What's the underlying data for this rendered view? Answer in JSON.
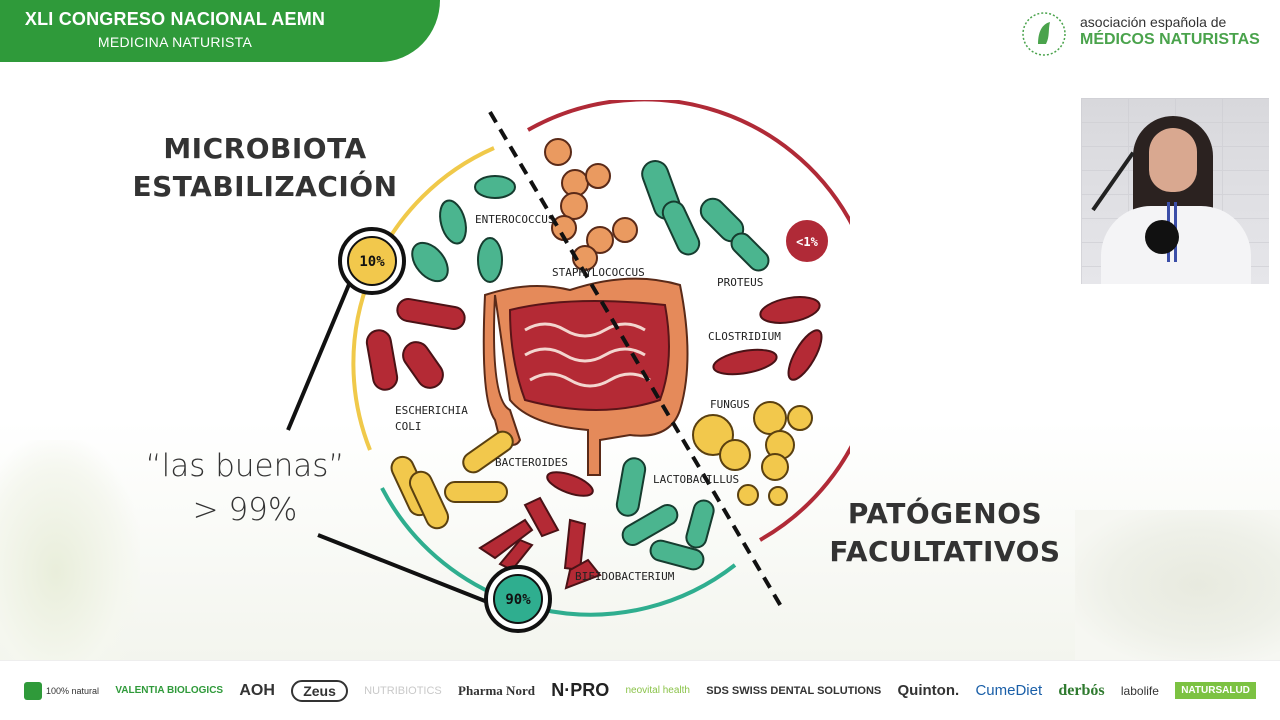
{
  "header": {
    "event_title": "XLI CONGRESO NACIONAL AEMN",
    "event_subtitle": "MEDICINA NATURISTA",
    "association_line1": "asociación española de",
    "association_line2": "MÉDICOS NATURISTAS"
  },
  "slide": {
    "title_left_1": "MICROBIOTA",
    "title_left_2": "ESTABILIZACIÓN",
    "title_right_1": "PATÓGENOS",
    "title_right_2": "FACULTATIVOS",
    "good_line1": "“las buenas”",
    "good_line2": "> 99%",
    "badge_10": "10%",
    "badge_90": "90%",
    "badge_lt1": "<1%",
    "labels": {
      "enterococcus": "ENTEROCOCCUS",
      "staphylococcus": "STAPHYLOCOCCUS",
      "proteus": "PROTEUS",
      "clostridium": "CLOSTRIDIUM",
      "fungus": "FUNGUS",
      "escherichia_1": "ESCHERICHIA",
      "escherichia_2": "COLI",
      "bacteroides": "BACTEROIDES",
      "lactobacillus": "LACTOBACILLUS",
      "bifidobacterium": "BIFIDOBACTERIUM"
    },
    "colors": {
      "green_arc": "#2fae8f",
      "yellow_arc": "#f0c94a",
      "red_arc": "#b02a37",
      "intestine_outer": "#e58a5a",
      "intestine_inner": "#b42a35"
    }
  },
  "sponsors": [
    {
      "label": "100% natural",
      "icon": "leaf-icon"
    },
    {
      "label": "VALENTIA BIOLOGICS"
    },
    {
      "label": "AOH"
    },
    {
      "label": "Zeus"
    },
    {
      "label": "NUTRIBIOTICS"
    },
    {
      "label": "Pharma Nord"
    },
    {
      "label": "N·PRO"
    },
    {
      "label": "neovital health"
    },
    {
      "label": "SDS SWISS DENTAL SOLUTIONS"
    },
    {
      "label": "Quinton."
    },
    {
      "label": "CumeDiet"
    },
    {
      "label": "derbós"
    },
    {
      "label": "labolife"
    },
    {
      "label": "NATURSALUD"
    }
  ]
}
